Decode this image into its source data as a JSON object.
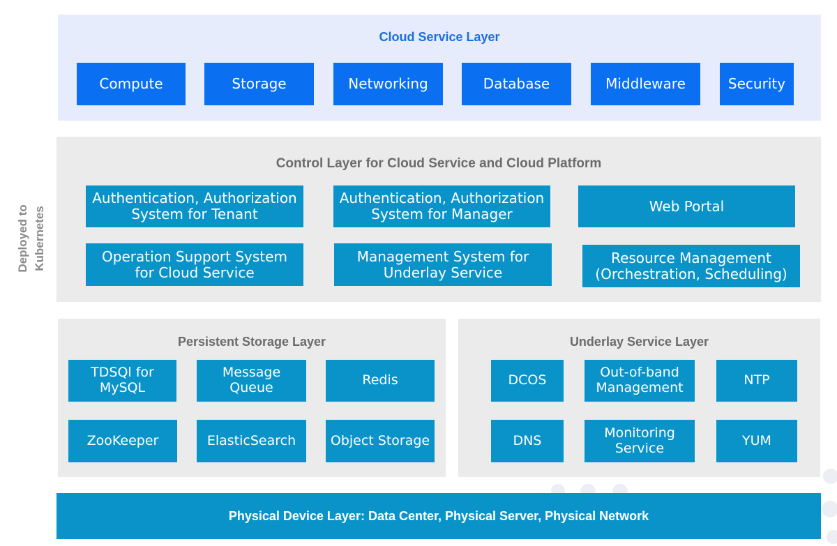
{
  "side_label": {
    "line1": "Deployed to",
    "line2": "Kubernetes"
  },
  "cloud_service_layer": {
    "title": "Cloud Service Layer",
    "items": [
      "Compute",
      "Storage",
      "Networking",
      "Database",
      "Middleware",
      "Security"
    ]
  },
  "control_layer": {
    "title": "Control Layer for Cloud Service and Cloud Platform",
    "items": [
      [
        "Authentication, Authorization",
        "System for Tenant"
      ],
      [
        "Authentication, Authorization",
        "System for Manager"
      ],
      [
        "Web Portal"
      ],
      [
        "Operation Support System",
        "for Cloud Service"
      ],
      [
        "Management System for",
        "Underlay Service"
      ],
      [
        "Resource Management",
        "(Orchestration, Scheduling)"
      ]
    ]
  },
  "persistent_storage_layer": {
    "title": "Persistent Storage Layer",
    "items": [
      [
        "TDSQl for",
        "MySQL"
      ],
      [
        "Message",
        "Queue"
      ],
      [
        "Redis"
      ],
      [
        "ZooKeeper"
      ],
      [
        "ElasticSearch"
      ],
      [
        "Object Storage"
      ]
    ]
  },
  "underlay_service_layer": {
    "title": "Underlay Service Layer",
    "items": [
      [
        "DCOS"
      ],
      [
        "Out-of-band",
        "Management"
      ],
      [
        "NTP"
      ],
      [
        "DNS"
      ],
      [
        "Monitoring",
        "Service"
      ],
      [
        "YUM"
      ]
    ]
  },
  "physical_device_layer": {
    "label": "Physical Device Layer: Data Center, Physical Server, Physical Network"
  },
  "colors": {
    "cloud_bg": "#e6ecfb",
    "cloud_box": "#0a6ff0",
    "cloud_title": "#1a6fe0",
    "gray_bg": "#ebebeb",
    "teal_box": "#0a93c9",
    "gray_title": "#6b6b6b",
    "physical_bg": "#0a93c9"
  }
}
